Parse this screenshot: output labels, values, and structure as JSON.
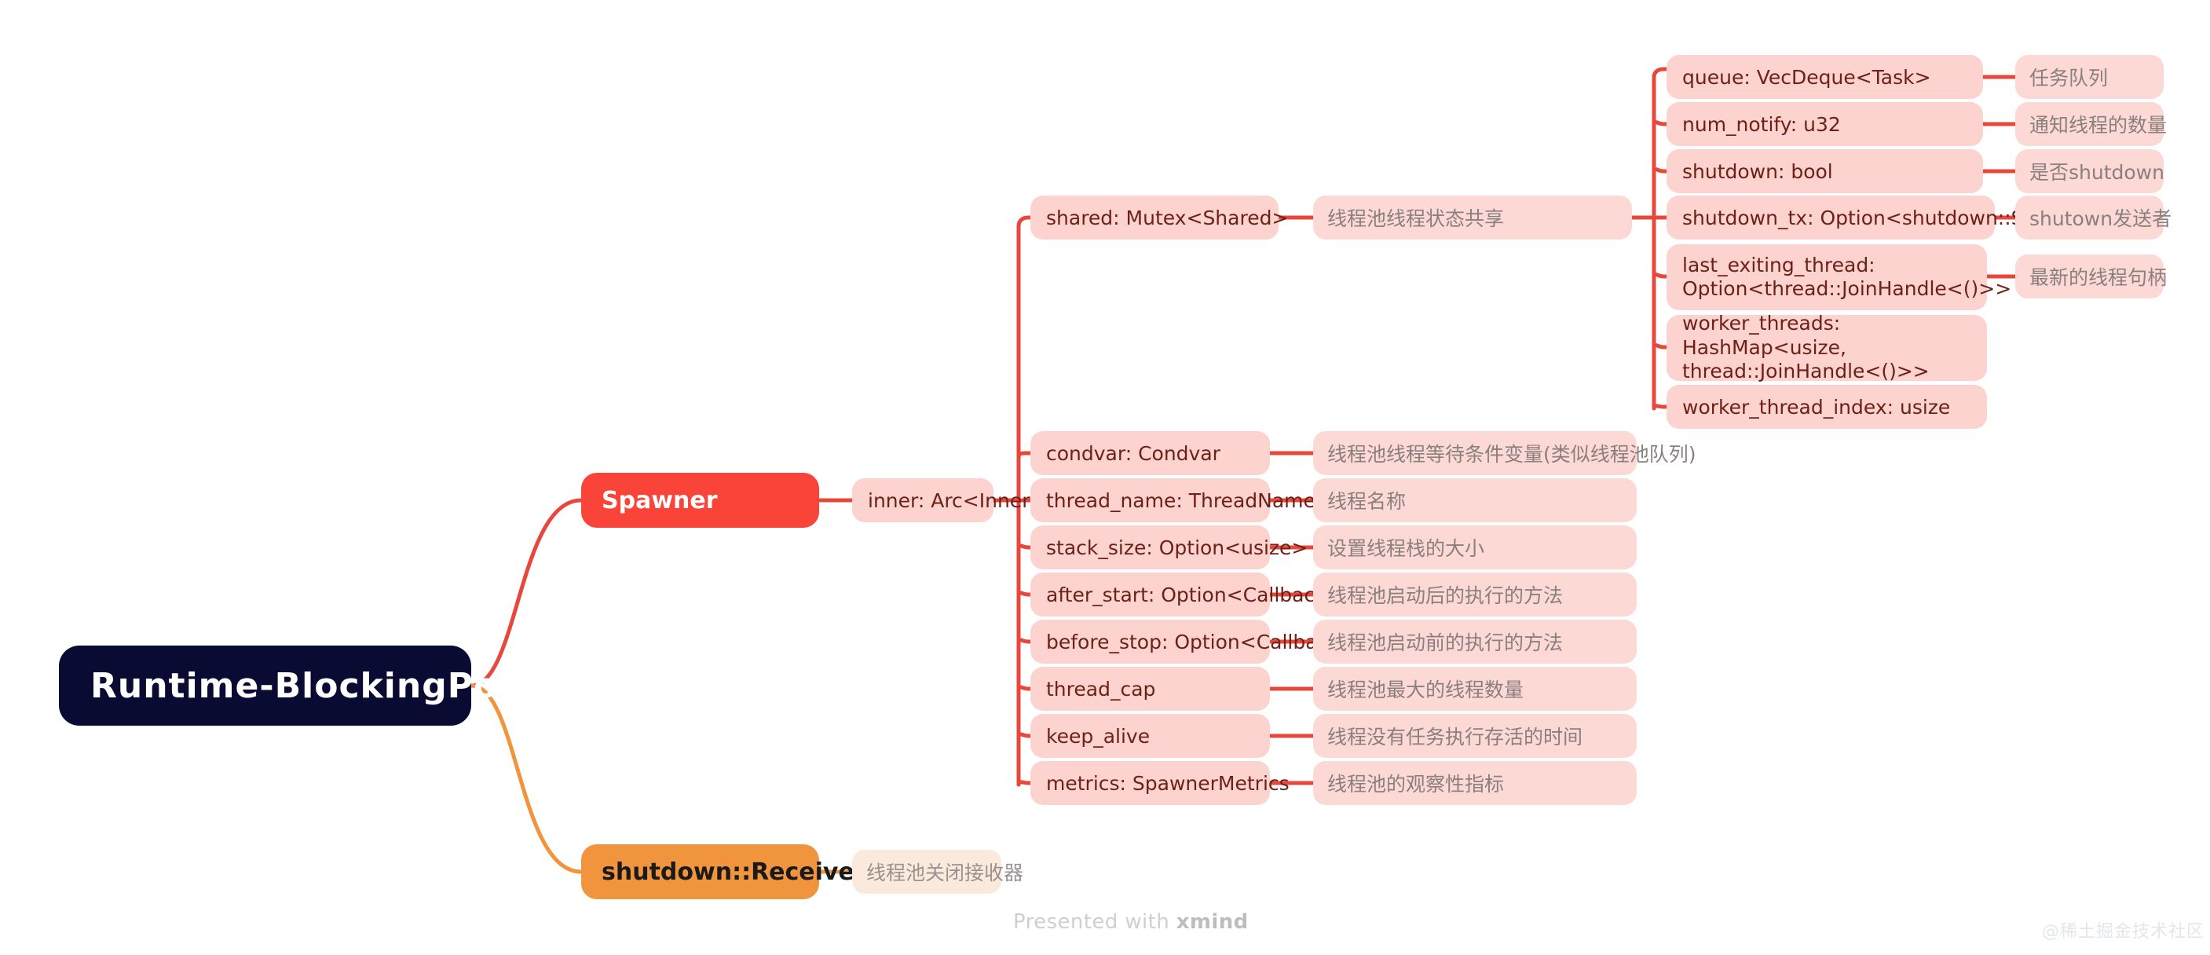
{
  "root": {
    "label": "Runtime-BlockingPool"
  },
  "branches": [
    {
      "id": "spawner",
      "label": "Spawner",
      "color": "#fa4339"
    },
    {
      "id": "shutdown-receiver",
      "label": "shutdown::Receiver",
      "color": "#f0943e",
      "desc": "线程池关闭接收器"
    }
  ],
  "inner": {
    "label": "inner: Arc<Inner>"
  },
  "inner_fields": [
    {
      "name": "shared: Mutex<Shared>",
      "desc": "线程池线程状态共享"
    },
    {
      "name": "condvar: Condvar",
      "desc": "线程池线程等待条件变量(类似线程池队列)"
    },
    {
      "name": "thread_name: ThreadNameFn",
      "desc": "线程名称"
    },
    {
      "name": "stack_size: Option<usize>",
      "desc": "设置线程栈的大小"
    },
    {
      "name": "after_start: Option<Callback>",
      "desc": "线程池启动后的执行的方法"
    },
    {
      "name": "before_stop: Option<Callback>,",
      "desc": "线程池启动前的执行的方法"
    },
    {
      "name": "thread_cap",
      "desc": "线程池最大的线程数量"
    },
    {
      "name": "keep_alive",
      "desc": "线程没有任务执行存活的时间"
    },
    {
      "name": "metrics: SpawnerMetrics",
      "desc": "线程池的观察性指标"
    }
  ],
  "shared_fields": [
    {
      "name": "queue: VecDeque<Task>",
      "desc": "任务队列"
    },
    {
      "name": "num_notify: u32",
      "desc": "通知线程的数量"
    },
    {
      "name": "shutdown: bool",
      "desc": "是否shutdown"
    },
    {
      "name": "shutdown_tx: Option<shutdown::Sender>",
      "desc": "shutown发送者"
    },
    {
      "name": "last_exiting_thread: Option<thread::JoinHandle<()>>",
      "desc": "最新的线程句柄"
    },
    {
      "name": "worker_threads: HashMap<usize, thread::JoinHandle<()>>",
      "desc": ""
    },
    {
      "name": "worker_thread_index: usize",
      "desc": ""
    }
  ],
  "footer": {
    "prefix": "Presented with",
    "brand": "xmind"
  },
  "watermark": {
    "text": "@稀土掘金技术社区"
  },
  "colors": {
    "root_bg": "#0a0b33",
    "red": "#fa4339",
    "orange": "#f0943e",
    "pink": "#fcd3cf",
    "desc_pink": "#fcd9d4",
    "desc_orange": "#fbeadc",
    "line_red": "#e8483c",
    "line_orange": "#f0943e"
  }
}
